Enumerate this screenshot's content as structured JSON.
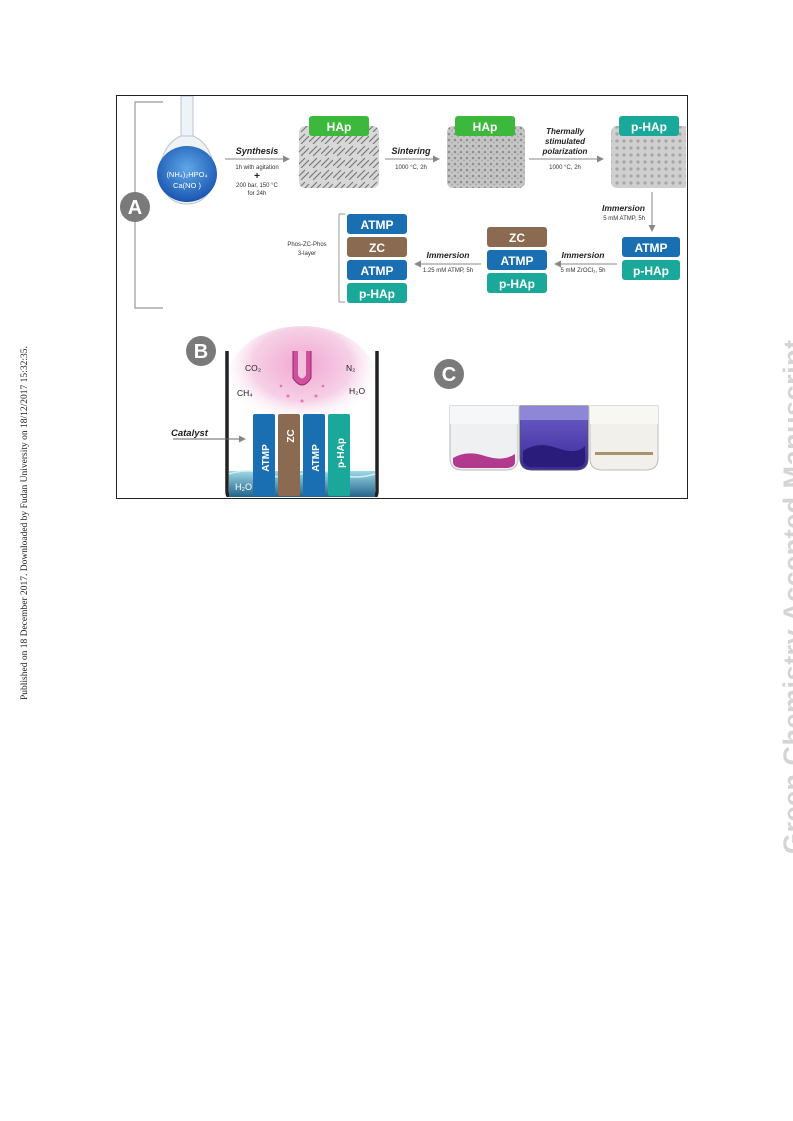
{
  "margin_left": "Published on 18 December 2017. Downloaded by Fudan University on 18/12/2017 15:32:35.",
  "margin_right": "Green Chemistry Accepted Manuscript",
  "figure": {
    "panel_a": {
      "letter": "A",
      "flask_line1": "(NH₄)₂HPO₄",
      "flask_line2": "Ca(NO )",
      "step1_title": "Synthesis",
      "step1_line1": "1h with agitation",
      "step1_plus": "+",
      "step1_line2": "200 bar, 150 °C",
      "step1_line3": "for 24h",
      "hap_label_1": "HAp",
      "step2_title": "Sintering",
      "step2_cond": "1000 °C, 2h",
      "hap_label_2": "HAp",
      "step3_title_1": "Thermally",
      "step3_title_2": "stimulated",
      "step3_title_3": "polarization",
      "step3_cond": "1000 °C, 2h",
      "phap_label_1": "p-HAp",
      "step4_title": "Immersion",
      "step4_cond": "5 mM ATMP, 5h",
      "stack1": [
        "ATMP",
        "p-HAp"
      ],
      "step5_title": "Immersion",
      "step5_cond": "5 mM ZrOCl₂, 5h",
      "stack2": [
        "ZC",
        "ATMP",
        "p-HAp"
      ],
      "step6_title": "Immersion",
      "step6_cond": "1.25 mM ATMP, 5h",
      "stack3": [
        "ATMP",
        "ZC",
        "ATMP",
        "p-HAp"
      ],
      "stack3_caption_1": "Phos-ZC-Phos",
      "stack3_caption_2": "3-layer"
    },
    "panel_b": {
      "letter": "B",
      "gas_co2": "CO₂",
      "gas_n2": "N₂",
      "gas_ch4": "CH₄",
      "gas_h2o": "H₂O",
      "catalyst_label": "Catalyst",
      "water_label": "H₂O",
      "layers": [
        "ATMP",
        "ZC",
        "ATMP",
        "p-HAp"
      ]
    },
    "panel_c": {
      "letter": "C"
    }
  },
  "colors": {
    "atmp": "#1a6fb3",
    "zc": "#8a6a50",
    "phap": "#1aa89a",
    "hap": "#3cb83c",
    "badge": "#7a7a7a"
  }
}
